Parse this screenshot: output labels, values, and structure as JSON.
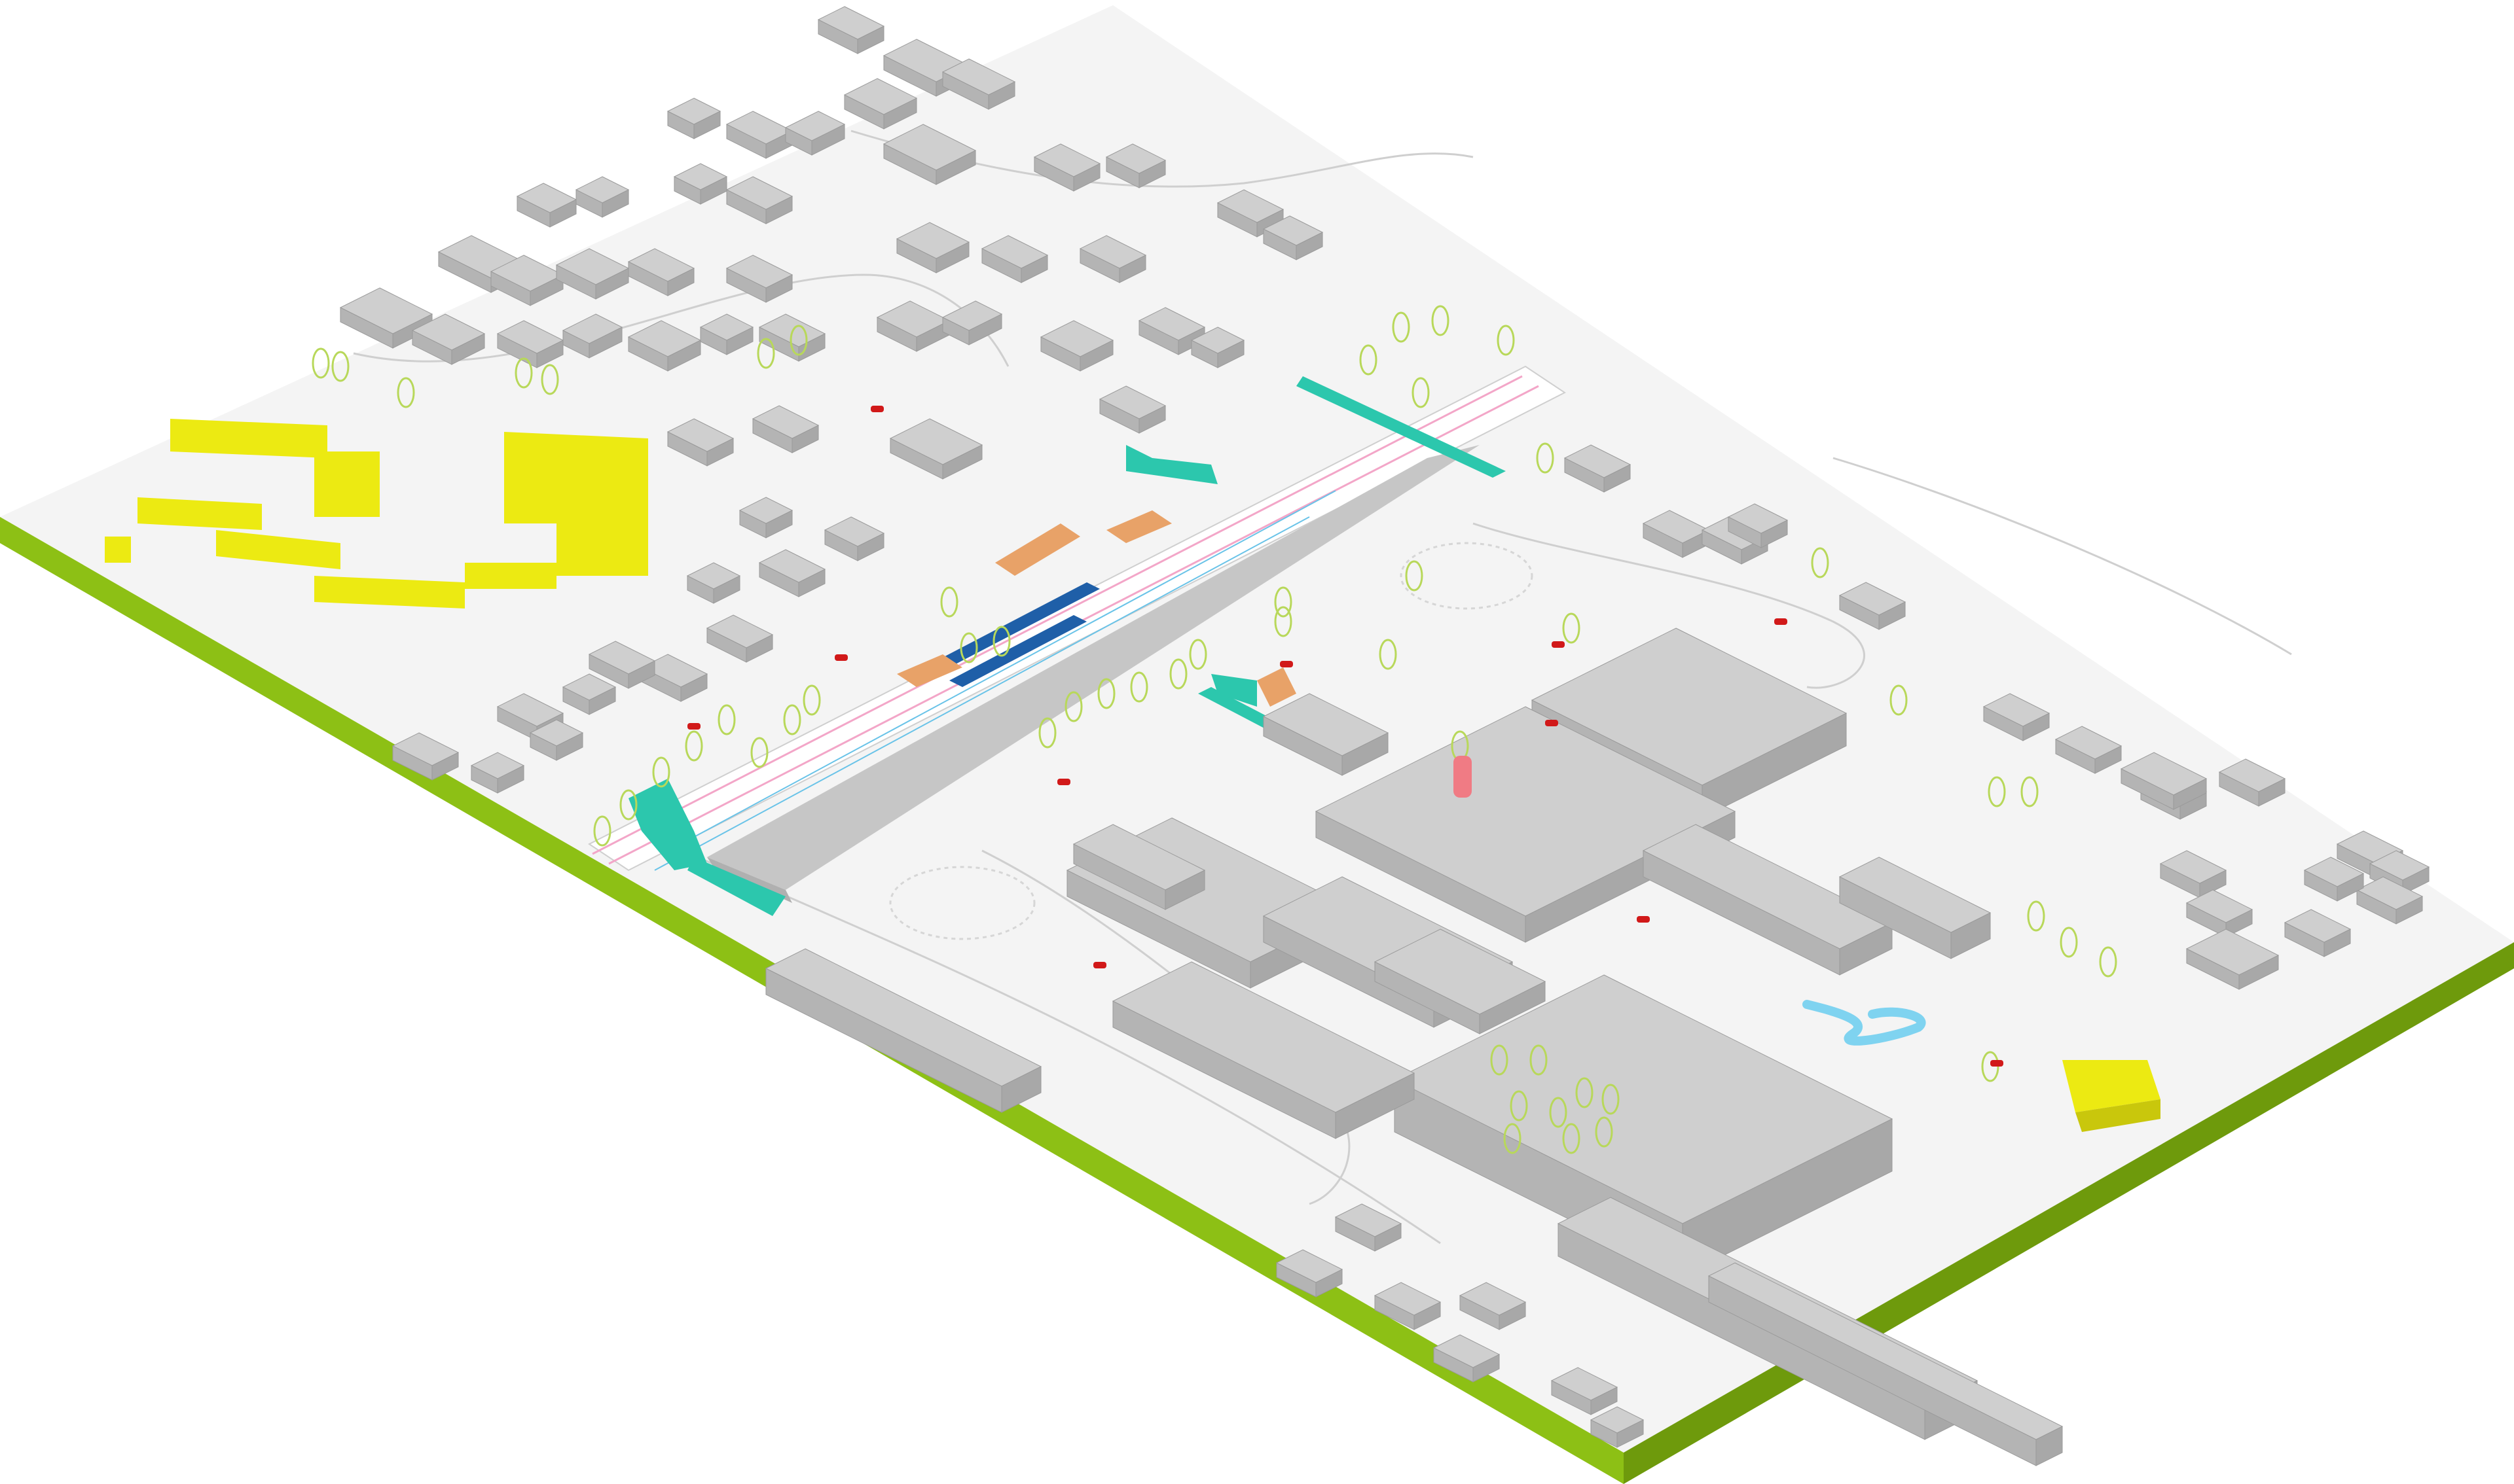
{
  "diagram": {
    "type": "isometric-axonometric-urban-site-plan",
    "labels": []
  },
  "palette": {
    "ground": "#f4f4f4",
    "ground_edge": "#8dc015",
    "ground_edge_dark": "#6e9a0c",
    "building_top": "#cfcfcf",
    "building_side": "#b4b4b4",
    "building_dark": "#a8a8a8",
    "highlight_building": "#ecea12",
    "highlight_building_side": "#c9c70c",
    "teal": "#2cc7ad",
    "pink_track": "#f3a6c8",
    "blue_line": "#69c3e8",
    "orange_roof": "#e8a268",
    "tree": "#b8d85a",
    "car": "#d11919",
    "water": "#7fd3f0",
    "red_sculpture": "#f07b84"
  },
  "legend_elements": [
    "existing-buildings",
    "highlighted-buildings",
    "railway",
    "station-bridges",
    "trees",
    "cars",
    "water-feature"
  ]
}
